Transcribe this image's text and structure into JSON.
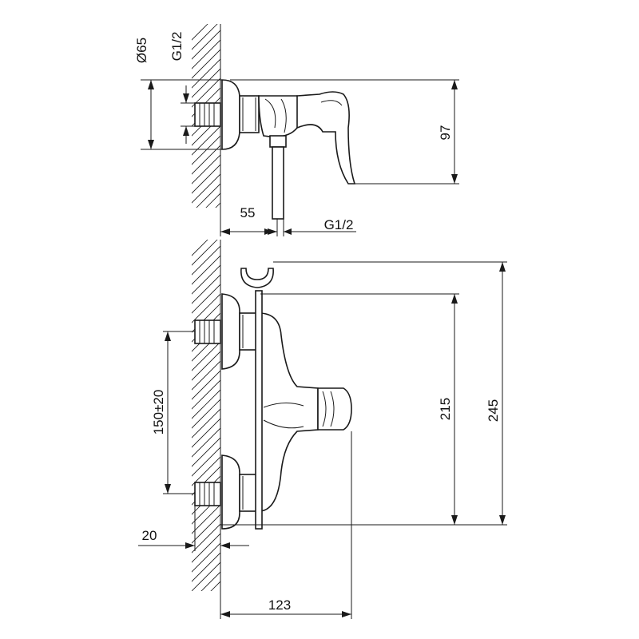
{
  "dimensions": {
    "top_view": {
      "outlet_diameter": "Ø65",
      "wall_thread": "G1/2",
      "depth": "97",
      "pipe_offset": "55",
      "outlet_thread": "G1/2"
    },
    "front_view": {
      "center_distance": "150±20",
      "height_body": "215",
      "height_total": "245",
      "wall_thickness": "20",
      "projection": "123"
    }
  }
}
